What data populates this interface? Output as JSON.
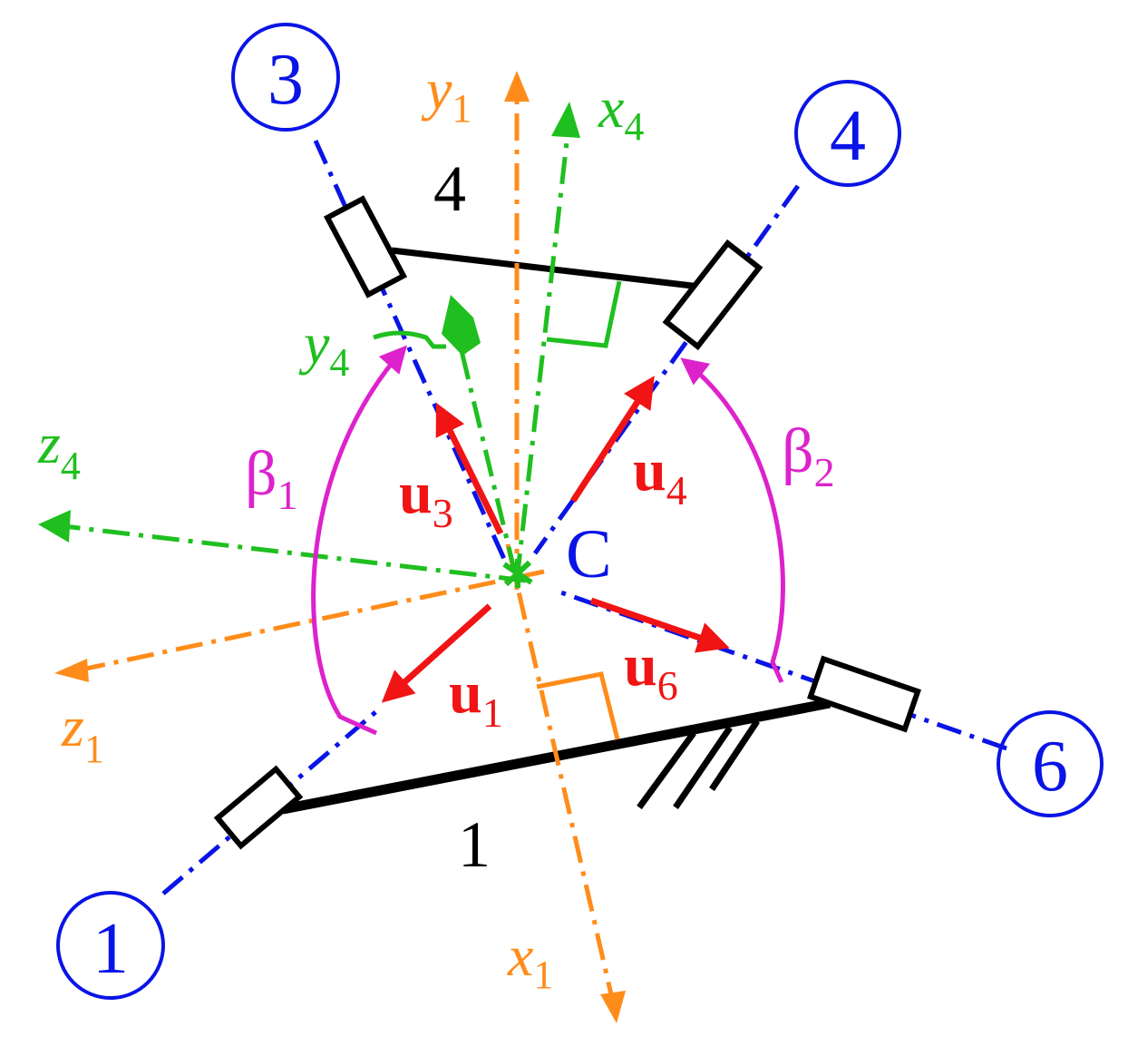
{
  "colors": {
    "link": "#000000",
    "joint_axis": "#0a14e6",
    "frame_1": "#ff8c1a",
    "frame_4": "#1fbf1f",
    "unit_vector": "#f01414",
    "angle": "#dd22cc"
  },
  "joints": [
    {
      "id": "1",
      "label": "1"
    },
    {
      "id": "3",
      "label": "3"
    },
    {
      "id": "4",
      "label": "4"
    },
    {
      "id": "6",
      "label": "6"
    }
  ],
  "links": {
    "base_label": "1",
    "platform_label": "4"
  },
  "center_label": "C",
  "frame_1": {
    "x": {
      "base": "x",
      "sub": "1"
    },
    "y": {
      "base": "y",
      "sub": "1"
    },
    "z": {
      "base": "z",
      "sub": "1"
    }
  },
  "frame_4": {
    "x": {
      "base": "x",
      "sub": "4"
    },
    "y": {
      "base": "y",
      "sub": "4"
    },
    "z": {
      "base": "z",
      "sub": "4"
    }
  },
  "unit_vectors": [
    {
      "base": "u",
      "sub": "1"
    },
    {
      "base": "u",
      "sub": "3"
    },
    {
      "base": "u",
      "sub": "4"
    },
    {
      "base": "u",
      "sub": "6"
    }
  ],
  "angles": [
    {
      "base": "β",
      "sub": "1"
    },
    {
      "base": "β",
      "sub": "2"
    }
  ]
}
